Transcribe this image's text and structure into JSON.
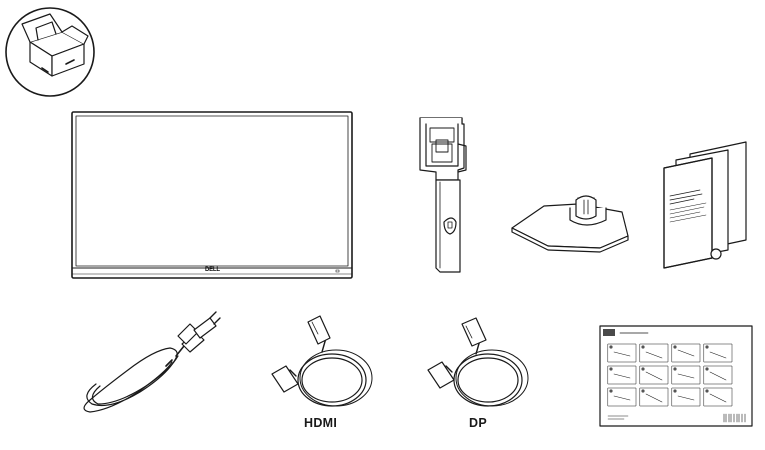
{
  "figure": {
    "items": [
      {
        "id": "box",
        "kind": "unpacking-box-icon"
      },
      {
        "id": "monitor",
        "kind": "monitor",
        "logo_text": "DELL"
      },
      {
        "id": "stand-riser",
        "kind": "stand-riser"
      },
      {
        "id": "stand-base",
        "kind": "stand-base"
      },
      {
        "id": "documents",
        "kind": "safety-documents"
      },
      {
        "id": "power-cable",
        "kind": "power-cable"
      },
      {
        "id": "hdmi-cable",
        "kind": "hdmi-cable",
        "label": "HDMI"
      },
      {
        "id": "dp-cable",
        "kind": "dp-cable",
        "label": "DP"
      },
      {
        "id": "quick-setup-guide",
        "kind": "quick-setup-guide"
      }
    ],
    "colors": {
      "line": "#1a1a1a",
      "fill": "#ffffff",
      "guide_accent": "#4a4a4a"
    }
  }
}
